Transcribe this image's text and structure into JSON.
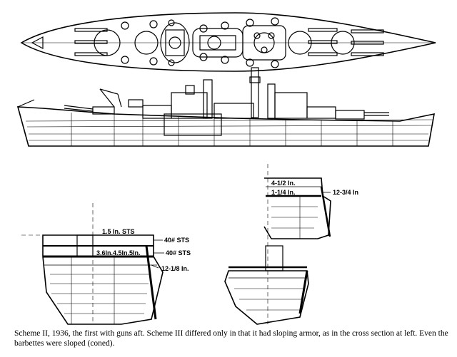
{
  "section_left": {
    "deck_label": "1.5 In. STS",
    "upper_deck_label": "40# STS",
    "belt_label": "3.6In.4.5In.5In.",
    "lower_deck_label": "40# STS",
    "bottom_label": "12-1/8 In."
  },
  "section_right": {
    "deck_label_1": "4-1/2 In.",
    "deck_label_2": "1-1/4 In.",
    "belt_label": "12-3/4 In"
  },
  "caption": "Scheme II, 1936, the first with guns aft. Scheme III differed only in that it had sloping armor, as in the cross section at left. Even the barbettes were sloped (coned)."
}
